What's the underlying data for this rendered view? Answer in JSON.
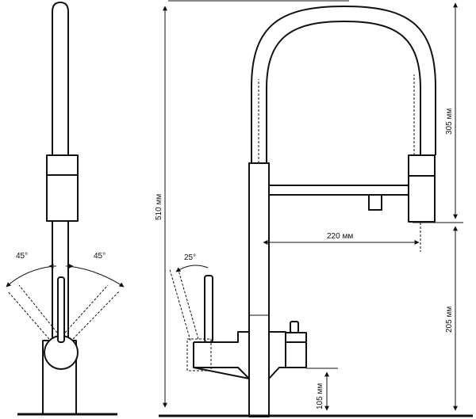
{
  "labels": {
    "angle_left": "45°",
    "angle_right": "45°",
    "angle_lever": "25°",
    "height_total": "510 мм",
    "height_spring": "305 мм",
    "reach": "220 мм",
    "height_body": "205 мм",
    "height_base": "105 мм"
  }
}
